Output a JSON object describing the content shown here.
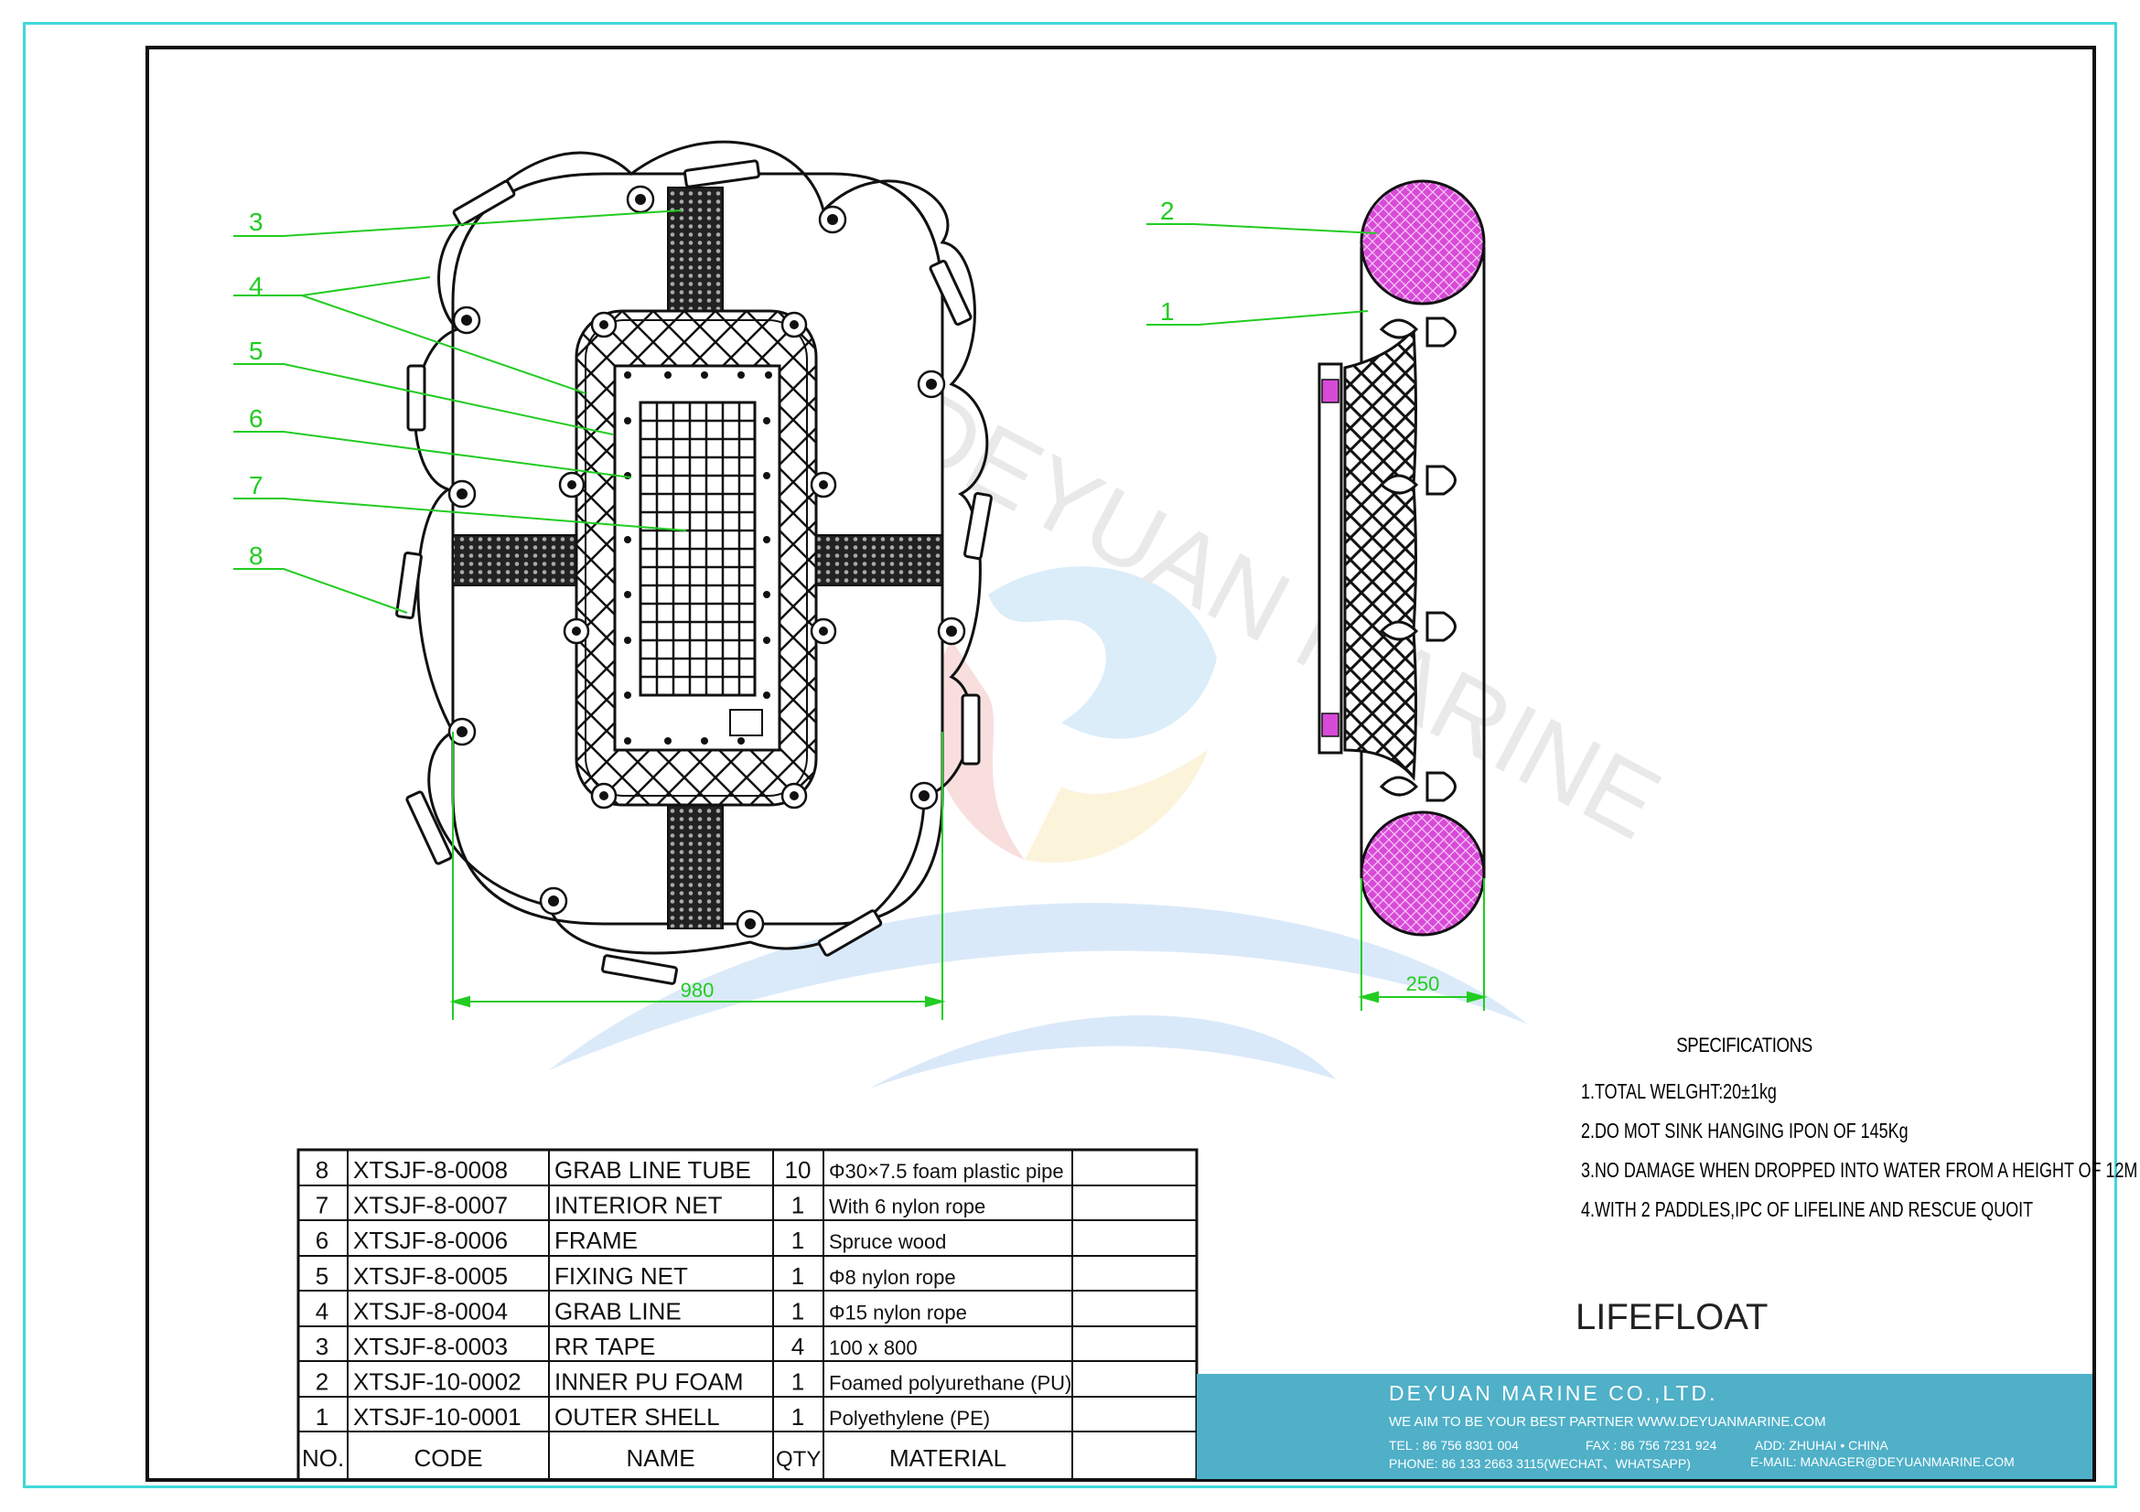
{
  "drawing": {
    "callouts_left": [
      "3",
      "4",
      "5",
      "6",
      "7",
      "8"
    ],
    "callouts_right": [
      "2",
      "1"
    ],
    "dim_width": "980",
    "dim_side": "250",
    "watermark": "DEYUAN MARINE"
  },
  "specs": {
    "title": "SPECIFICATIONS",
    "lines": [
      "1.TOTAL WELGHT:20±1kg",
      "2.DO MOT SINK HANGING IPON OF 145Kg",
      "3.NO DAMAGE WHEN DROPPED INTO WATER FROM A HEIGHT OF 12M",
      "4.WITH 2 PADDLES,IPC OF LIFELINE AND RESCUE QUOIT"
    ]
  },
  "product_title": "LIFEFLOAT",
  "bom": {
    "headers": [
      "NO.",
      "CODE",
      "NAME",
      "QTY",
      "MATERIAL"
    ],
    "rows": [
      [
        "8",
        "XTSJF-8-0008",
        "GRAB LINE TUBE",
        "10",
        "Φ30×7.5 foam plastic pipe"
      ],
      [
        "7",
        "XTSJF-8-0007",
        "INTERIOR NET",
        "1",
        "With 6 nylon rope"
      ],
      [
        "6",
        "XTSJF-8-0006",
        "FRAME",
        "1",
        "Spruce wood"
      ],
      [
        "5",
        "XTSJF-8-0005",
        "FIXING NET",
        "1",
        "Φ8 nylon rope"
      ],
      [
        "4",
        "XTSJF-8-0004",
        "GRAB LINE",
        "1",
        "Φ15 nylon rope"
      ],
      [
        "3",
        "XTSJF-8-0003",
        "RR TAPE",
        "4",
        "100 x 800"
      ],
      [
        "2",
        "XTSJF-10-0002",
        "INNER PU FOAM",
        "1",
        "Foamed polyurethane (PU)"
      ],
      [
        "1",
        "XTSJF-10-0001",
        "OUTER SHELL",
        "1",
        "Polyethylene (PE)"
      ]
    ]
  },
  "company": {
    "name": "DEYUAN MARINE CO.,LTD.",
    "logo_text": "DEYUAN MARINE",
    "tagline": "WE AIM TO BE YOUR BEST PARTNER  WWW.DEYUANMARINE.COM",
    "tel": "TEL : 86 756 8301 004",
    "fax": "FAX : 86 756 7231 924",
    "address": "ADD: ZHUHAI • CHINA",
    "phone": "PHONE: 86 133 2663 3115(WECHAT、WHATSAPP)",
    "email": "E-MAIL: MANAGER@DEYUANMARINE.COM"
  },
  "colors": {
    "border": "#40d8d8",
    "callout": "#22cc22",
    "foam": "#d84ad8",
    "banner": "#4fb0c8"
  }
}
